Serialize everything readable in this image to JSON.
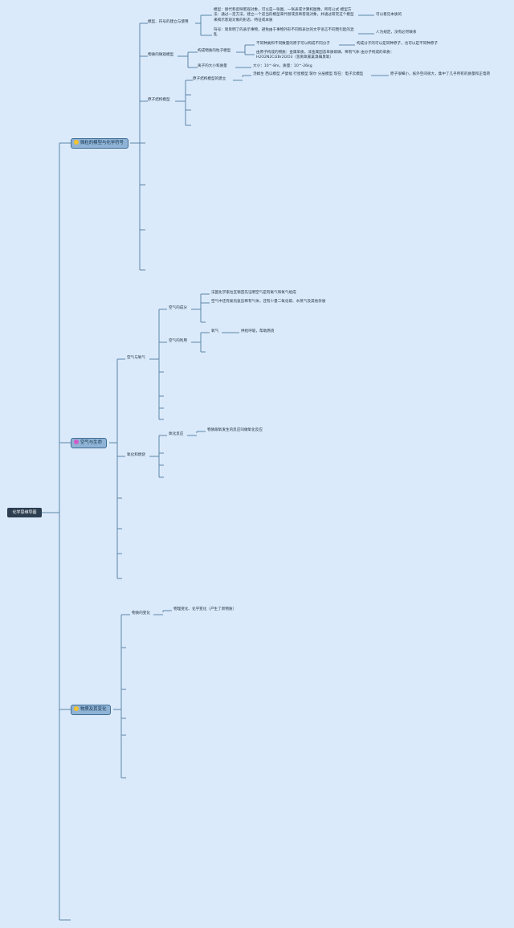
{
  "root": {
    "label": "化学思维导图"
  },
  "branches": {
    "b1": {
      "label": "微粒的模型与化学符号",
      "icon": "bulb-icon",
      "icon_color": "#f2c230",
      "c1": {
        "label": "模型、符号的建立与使用",
        "n1": "模型：替代和反映客观对象，可以是一张图、一张表或计算机图像，所有公式 模型方法：通过一定方法，建立一个适当的模型来代替或反映客观对象，并通过研究这个模型来揭示客观对象的形态、特征或本质",
        "n1_note": "可以看见本质的",
        "n2": "符号：简单明了的表示事物，避免由于事物外形不同和表达的文字语言不同而引起的混乱",
        "n2_note": "人为规定，没有必然联系"
      },
      "c2": {
        "label": "物质的微观模型",
        "s1": {
          "label": "构成物质的粒子模型",
          "n1": "不同种类和不同数量的原子可以构成不同分子",
          "n1_note": "构成分子的可以是同种原子，也可以是不同种原子",
          "n2": "由原子构成的物质：金属单质，非金属固态单质碳磷，稀有气体 由分子构成的单质：H2O2N2Cl2Br2I2O3（氢氮氧氟氯溴碘臭氧）"
        },
        "s2": {
          "label": "离子的大小和质量",
          "n1": "大小：10^-8m，质量：10^-26kg"
        }
      },
      "c3": {
        "label": "原子结构模型",
        "s1": {
          "label": "原子结构模型的建立",
          "n1": "汤姆生 西瓜模型 卢瑟福 行星模型 玻尔 分层模型 现在：电子云模型",
          "n1_note": "原子很细小，核外空间很大，集中了几乎所有的质量和正电荷"
        }
      }
    },
    "b2": {
      "label": "空气与生命",
      "icon": "flower-icon",
      "icon_color": "#d25ac8",
      "c1": {
        "label": "空气与氧气",
        "s1": {
          "label": "空气的成分",
          "n1": "法国化学家拉瓦锡首先证明空气是有氮气和氧气组成",
          "n2": "空气中还有氦氖氩氙稀有气体，还有少量二氧化碳、水蒸气及其他杂质"
        },
        "s2": {
          "label": "空气的利用",
          "n1": "氧气",
          "n1_note": "供给呼吸，帮助燃烧"
        }
      },
      "c2": {
        "label": "氧化和燃烧",
        "s1": {
          "label": "氧化反应",
          "n1": "物质跟氧发生的反应叫做氧化反应"
        }
      }
    },
    "b3": {
      "label": "物质及其变化",
      "icon": "bulb-icon",
      "icon_color": "#f2c230",
      "c1": {
        "label": "物质的变化",
        "n1": "物理变化、化学变化（产生了新物质）"
      }
    }
  }
}
